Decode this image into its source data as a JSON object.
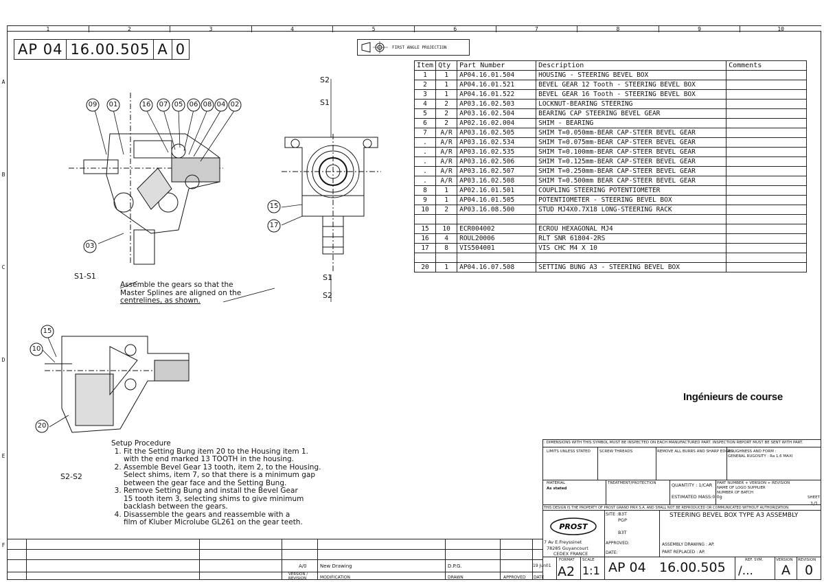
{
  "zones_top": [
    "1",
    "2",
    "3",
    "4",
    "5",
    "6",
    "7",
    "8",
    "9",
    "10"
  ],
  "zones_left": [
    "A",
    "B",
    "C",
    "D",
    "E",
    "F"
  ],
  "title_block_top": {
    "part": "AP 04",
    "number": "16.00.505",
    "rev1": "A",
    "rev2": "0"
  },
  "projection_label": "FIRST ANGLE PROJECTION",
  "bom": {
    "headers": {
      "item": "Item",
      "qty": "Qty",
      "part": "Part Number",
      "desc": "Description",
      "comments": "Comments"
    },
    "rows": [
      {
        "item": "1",
        "qty": "1",
        "part": "AP04.16.01.504",
        "desc": "HOUSING - STEERING BEVEL BOX"
      },
      {
        "item": "2",
        "qty": "1",
        "part": "AP04.16.01.521",
        "desc": "BEVEL GEAR 12 Tooth - STEERING BEVEL BOX"
      },
      {
        "item": "3",
        "qty": "1",
        "part": "AP04.16.01.522",
        "desc": "BEVEL GEAR 16 Tooth - STEERING BEVEL BOX"
      },
      {
        "item": "4",
        "qty": "2",
        "part": "AP03.16.02.503",
        "desc": "LOCKNUT-BEARING STEERING"
      },
      {
        "item": "5",
        "qty": "2",
        "part": "AP03.16.02.504",
        "desc": "BEARING CAP STEERING BEVEL GEAR"
      },
      {
        "item": "6",
        "qty": "2",
        "part": "AP02.16.02.004",
        "desc": "SHIM - BEARING"
      },
      {
        "item": "7",
        "qty": "A/R",
        "part": "AP03.16.02.505",
        "desc": "SHIM T=0.050mm-BEAR CAP-STEER BEVEL GEAR"
      },
      {
        "item": ".",
        "qty": "A/R",
        "part": "AP03.16.02.534",
        "desc": "SHIM T=0.075mm-BEAR CAP-STEER BEVEL GEAR"
      },
      {
        "item": ".",
        "qty": "A/R",
        "part": "AP03.16.02.535",
        "desc": "SHIM T=0.100mm-BEAR CAP-STEER BEVEL GEAR"
      },
      {
        "item": ".",
        "qty": "A/R",
        "part": "AP03.16.02.506",
        "desc": "SHIM T=0.125mm-BEAR CAP-STEER BEVEL GEAR"
      },
      {
        "item": ".",
        "qty": "A/R",
        "part": "AP03.16.02.507",
        "desc": "SHIM T=0.250mm-BEAR CAP-STEER BEVEL GEAR"
      },
      {
        "item": ".",
        "qty": "A/R",
        "part": "AP03.16.02.508",
        "desc": "SHIM T=0.500mm BEAR CAP-STEER BEVEL GEAR"
      },
      {
        "item": "8",
        "qty": "1",
        "part": "AP02.16.01.501",
        "desc": "COUPLING STEERING POTENTIOMETER"
      },
      {
        "item": "9",
        "qty": "1",
        "part": "AP04.16.01.505",
        "desc": "POTENTIOMETER - STEERING BEVEL BOX"
      },
      {
        "item": "10",
        "qty": "2",
        "part": "AP03.16.08.500",
        "desc": "STUD MJ4X0.7X18 LONG-STEERING RACK"
      },
      {
        "item": "",
        "qty": "",
        "part": "",
        "desc": ""
      },
      {
        "item": "15",
        "qty": "10",
        "part": "ECR004002",
        "desc": "ECROU HEXAGONAL MJ4"
      },
      {
        "item": "16",
        "qty": "4",
        "part": "ROUL20006",
        "desc": "RLT SNR 61804-2RS"
      },
      {
        "item": "17",
        "qty": "8",
        "part": "VIS504001",
        "desc": "VIS CHC M4 X 10"
      },
      {
        "item": "",
        "qty": "",
        "part": "",
        "desc": ""
      },
      {
        "item": "20",
        "qty": "1",
        "part": "AP04.16.07.508",
        "desc": "SETTING BUNG A3 - STEERING BEVEL BOX"
      }
    ]
  },
  "balloons_top": [
    "09",
    "01",
    "16",
    "07",
    "05",
    "06",
    "08",
    "04",
    "02"
  ],
  "balloon_03": "03",
  "balloon_15": "15",
  "balloon_17": "17",
  "balloon_15b": "15",
  "balloon_10": "10",
  "balloon_20": "20",
  "section_s1": "S1-S1",
  "section_s2": "S2-S2",
  "cut_s2_top": "S2",
  "cut_s1_top": "S1",
  "cut_s1_bot": "S1",
  "cut_s2_bot": "S2",
  "assemble_note": [
    "Assemble the gears so that the",
    "Master Splines are aligned on the",
    "centrelines, as shown."
  ],
  "setup": {
    "title": "Setup Procedure",
    "steps": [
      [
        "Fit the Setting Bung item 20 to the Housing item 1.",
        "with the end marked 13 TOOTH in the housing."
      ],
      [
        "Assemble Bevel Gear 13 tooth, item 2, to the Housing.",
        "Select shims, item 7, so that there is a minimum gap",
        "between the gear face and the Setting Bung."
      ],
      [
        "Remove Setting Bung and install the Bevel Gear",
        "15 tooth item 3, selecting shims to give minimum",
        "backlash between the gears."
      ],
      [
        "Disassemble the gears and reassemble with a",
        "film of Kluber Microlube GL261 on the gear teeth."
      ]
    ]
  },
  "brand": "Ingénieurs de course",
  "title_block": {
    "inspection_note": ": DIMENSIONS WITH THIS SYMBOL MUST BE INSPECTED ON EACH MANUFACTURED PART. INSPECTION REPORT MUST BE SENT WITH PART.",
    "limits": "LIMITS UNLESS STATED",
    "screw": "SCREW THREADS",
    "remove": "REMOVE ALL BURRS AND SHARP EDGES.",
    "roughness": "ROUGHNESS AND FORM :",
    "general_rough": "GENERAL RUGOSITY : Ra 1.6 MAXI",
    "material_lbl": "MATERIAL",
    "material_val": "As stated",
    "treatment_lbl": "TREATMENT/PROTECTION",
    "quantity": "QUANTITY :  1/CAR",
    "mass": "ESTIMATED MASS:0.0g",
    "part_number_rev": "PART NUMBER + VERSION + REVISION",
    "logo_name": "NAME OF LOGO SUPPLIER",
    "batch": "NUMBER OF BATCH",
    "sheet_lbl": "SHEET",
    "sheet_val": "1/1",
    "property": "THIS DESIGN IS THE PROPERTY OF PROST GRAND PRIX S.A. AND SHALL NOT BE REPRODUCED OR COMMUNICATED WITHOUT AUTHORIZATION.",
    "site": "SITE :B3T",
    "pgp": "PGP",
    "b3t": "B3T",
    "address1": "7 Av E.Freyssinet",
    "address2": "78285 Guyancourt",
    "address3": "CEDEX FRANCE",
    "approved": "APPROVED:",
    "date": "DATE:",
    "drawing_title": "STEERING BEVEL BOX TYPE A3 ASSEMBLY",
    "assembly": "ASSEMBLY DRAWING :  AP.",
    "replaced": "PART REPLACED    :  AP.",
    "format_lbl": "FORMAT",
    "format_val": "A2",
    "scale_lbl": "SCALE",
    "scale_val": "1:1",
    "ref_lbl": "REF. SYM.",
    "ref_val": "/...",
    "version_lbl": "VERSION",
    "version_val": "A",
    "revision_lbl": "REVISION",
    "revision_val": "0",
    "num_part": "AP  04",
    "num_number": "16.00.505"
  },
  "rev_row": {
    "code": "A/0",
    "desc": "New Drawing",
    "initials": "D.P.G.",
    "date": "19 Jun01",
    "version_lbl": "VERSION /",
    "revision_lbl": "REVISION",
    "modification": "MODIFICATION",
    "drawn": "DRAWN",
    "approved": "APPROVED",
    "date_lbl": "DATE"
  }
}
